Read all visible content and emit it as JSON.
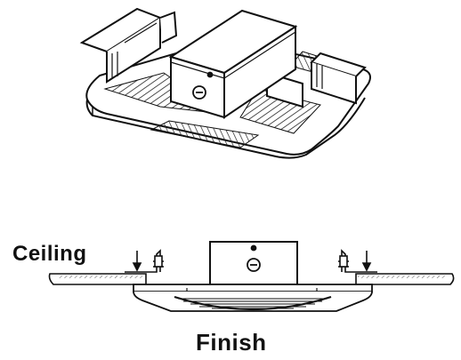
{
  "labels": {
    "ceiling": "Ceiling",
    "finish": "Finish"
  },
  "figures": {
    "top": {
      "name": "isometric-fixture-with-junction-box"
    },
    "bottom": {
      "name": "side-section-installed-in-ceiling"
    }
  },
  "colors": {
    "stroke": "#111111",
    "fill": "#ffffff",
    "hatch": "#222222"
  }
}
